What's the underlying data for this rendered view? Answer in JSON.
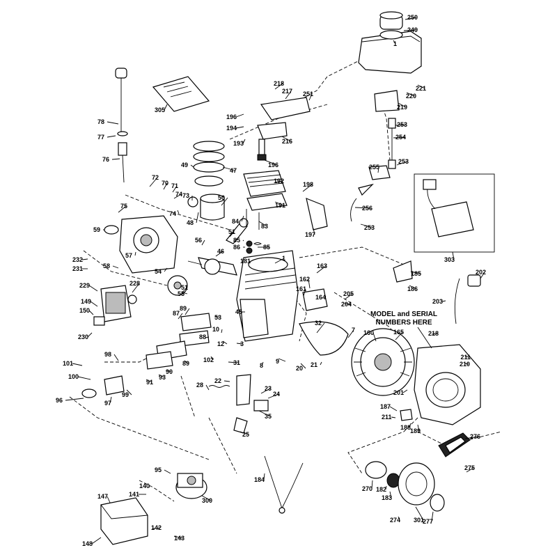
{
  "note": {
    "line1": "MODEL and SERIAL",
    "line2": "NUMBERS HERE"
  },
  "labels": [
    "250",
    "249",
    "1",
    "218",
    "217",
    "251",
    "221",
    "220",
    "219",
    "305",
    "196",
    "194",
    "193",
    "216",
    "78",
    "77",
    "76",
    "253",
    "254",
    "192",
    "196",
    "198",
    "253",
    "255",
    "256",
    "72",
    "70",
    "71",
    "74",
    "73",
    "49",
    "47",
    "50",
    "191",
    "197",
    "253",
    "303",
    "75",
    "74",
    "48",
    "84",
    "83",
    "59",
    "51",
    "85",
    "86",
    "85",
    "56",
    "46",
    "232",
    "231",
    "58",
    "57",
    "54",
    "181",
    "1",
    "163",
    "185",
    "186",
    "202",
    "229",
    "228",
    "51",
    "55",
    "162",
    "161",
    "164",
    "205",
    "204",
    "203",
    "149",
    "150",
    "89",
    "87",
    "53",
    "45",
    "32",
    "218",
    "230",
    "88",
    "10",
    "12",
    "3",
    "7",
    "160",
    "165",
    "211",
    "210",
    "98",
    "89",
    "102",
    "31",
    "8",
    "9",
    "20",
    "21",
    "201",
    "101",
    "100",
    "93",
    "90",
    "91",
    "22",
    "23",
    "24",
    "97",
    "99",
    "96",
    "28",
    "35",
    "187",
    "211",
    "188",
    "189",
    "25",
    "276",
    "95",
    "275",
    "184",
    "140",
    "141",
    "147",
    "300",
    "270",
    "182",
    "183",
    "142",
    "274",
    "301",
    "277",
    "148",
    "143"
  ]
}
